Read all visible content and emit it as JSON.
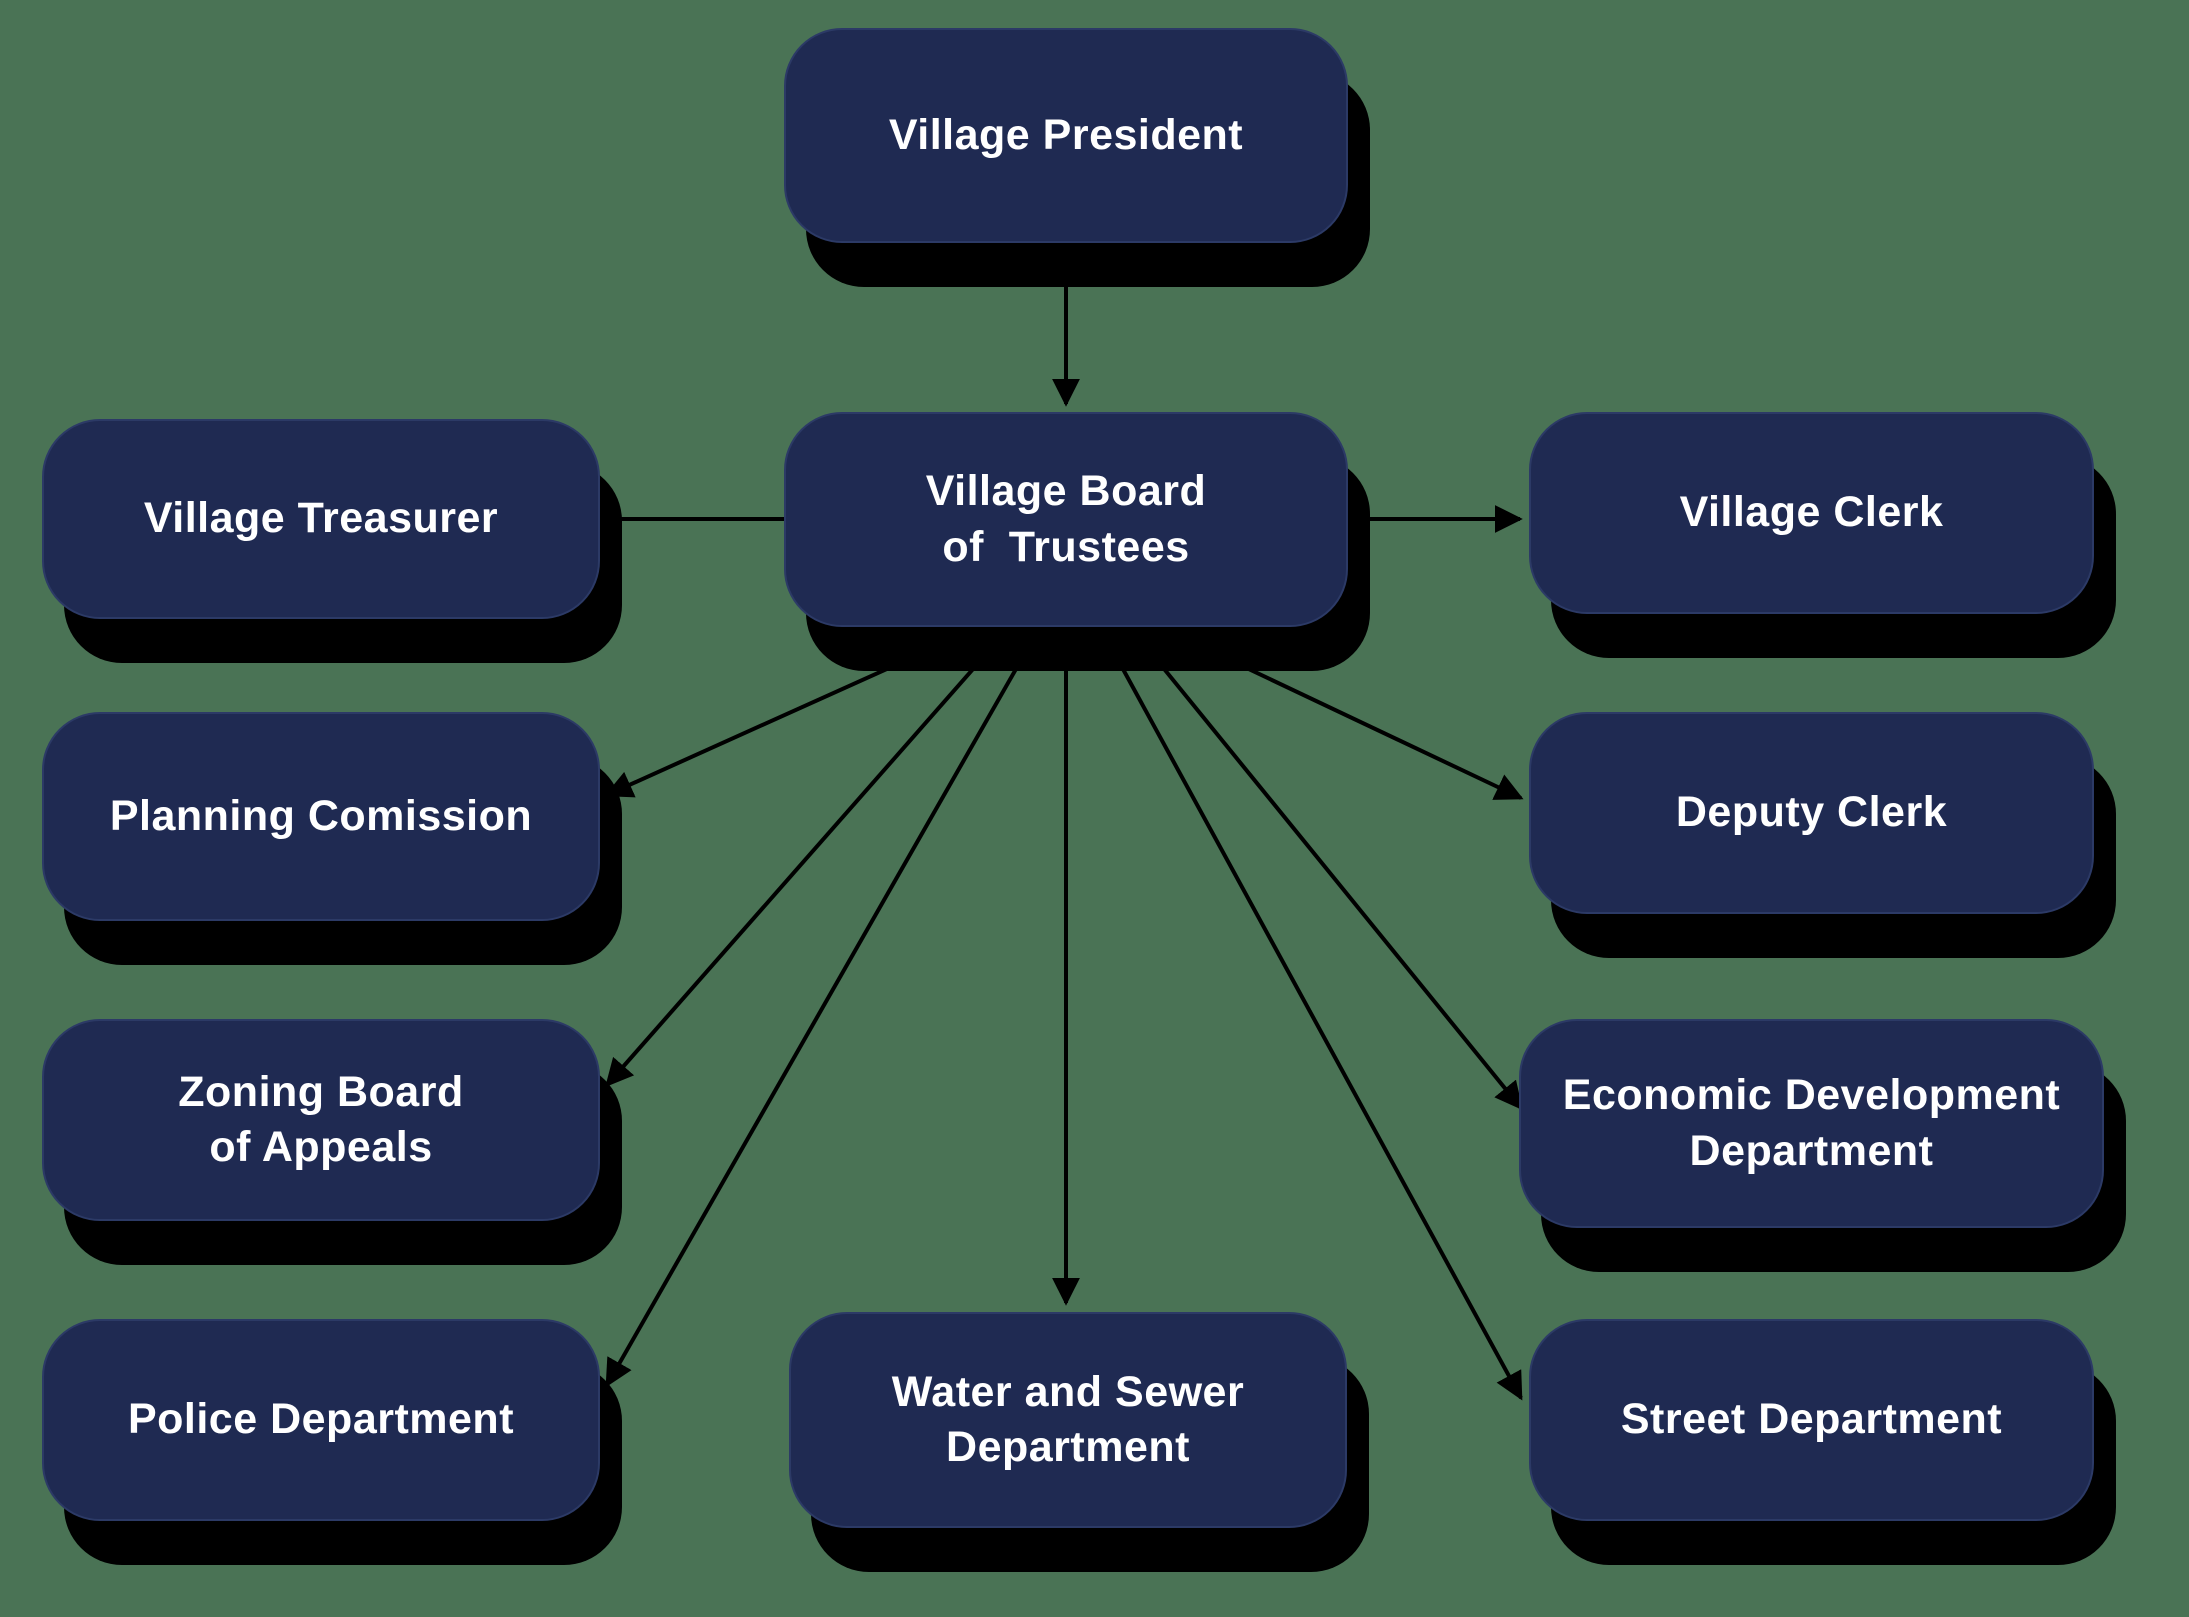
{
  "colors": {
    "background": "#4a7355",
    "node-fill": "#1f2a52",
    "node-border": "#2c3a66",
    "text": "#ffffff",
    "line": "#000000",
    "shadow": "#000000"
  },
  "nodes": {
    "president": {
      "label": "Village President"
    },
    "board": {
      "label": "Village Board\nof  Trustees"
    },
    "treasurer": {
      "label": "Village Treasurer"
    },
    "planning": {
      "label": "Planning Comission"
    },
    "zoning": {
      "label": "Zoning Board\nof Appeals"
    },
    "police": {
      "label": "Police Department"
    },
    "clerk": {
      "label": "Village Clerk"
    },
    "deputy": {
      "label": "Deputy Clerk"
    },
    "econ": {
      "label": "Economic Development\nDepartment"
    },
    "street": {
      "label": "Street Department"
    },
    "water": {
      "label": "Water and Sewer\nDepartment"
    }
  }
}
